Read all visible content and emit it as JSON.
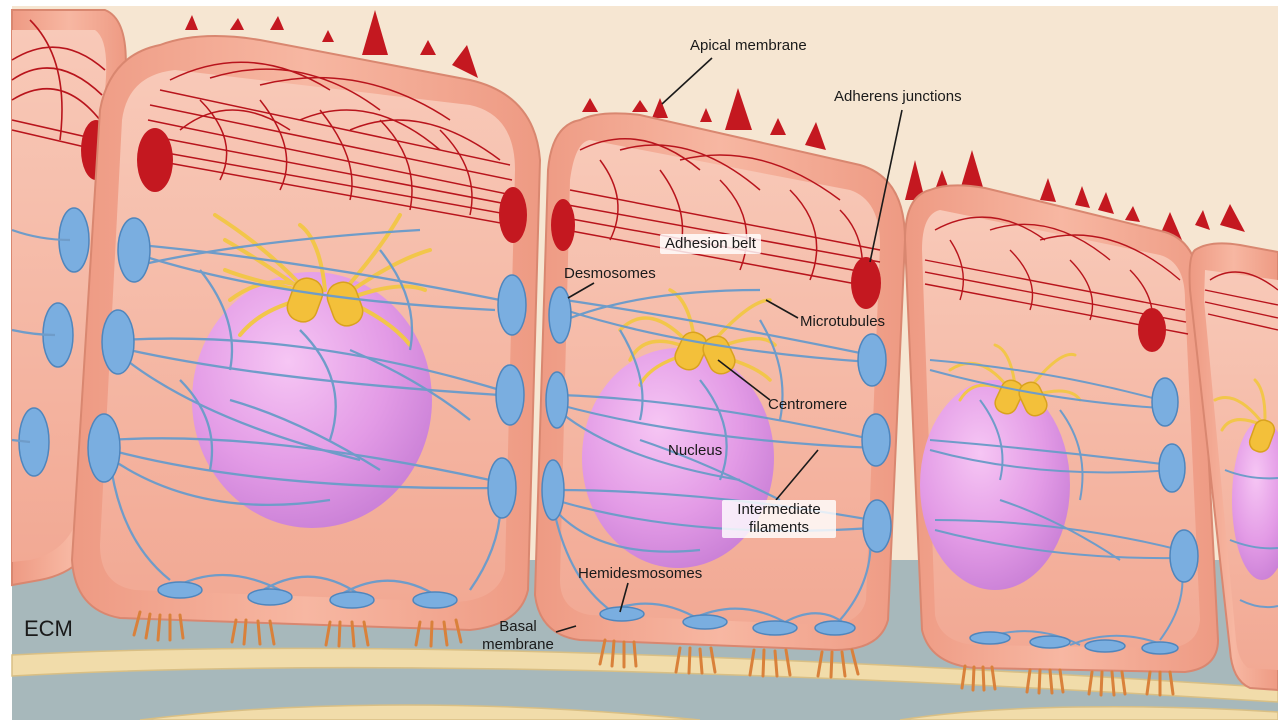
{
  "colors": {
    "background": "#f6e6d2",
    "ecm": "#9fb3b8",
    "cell_wall": "#f3a68f",
    "cytoplasm": "#f4b6a4",
    "nucleus": "#e39be6",
    "intermediate_filaments": "#6f9cc9",
    "desmosome": "#7aaee0",
    "microtubules": "#f2c64a",
    "centromere": "#f3c03a",
    "actin": "#b8141c",
    "adherens_junction": "#c41820",
    "basal_lamina": "#f0dca8",
    "hemidesmosome_anchor": "#d9813b"
  },
  "labels": {
    "apical_membrane": "Apical membrane",
    "adherens_junctions": "Adherens junctions",
    "adhesion_belt": "Adhesion belt",
    "desmosomes": "Desmosomes",
    "microtubules": "Microtubules",
    "centromere": "Centromere",
    "nucleus": "Nucleus",
    "intermediate_filaments_1": "Intermediate",
    "intermediate_filaments_2": "filaments",
    "hemidesmosomes": "Hemidesmosomes",
    "basal_membrane_1": "Basal",
    "basal_membrane_2": "membrane",
    "ecm": "ECM"
  }
}
